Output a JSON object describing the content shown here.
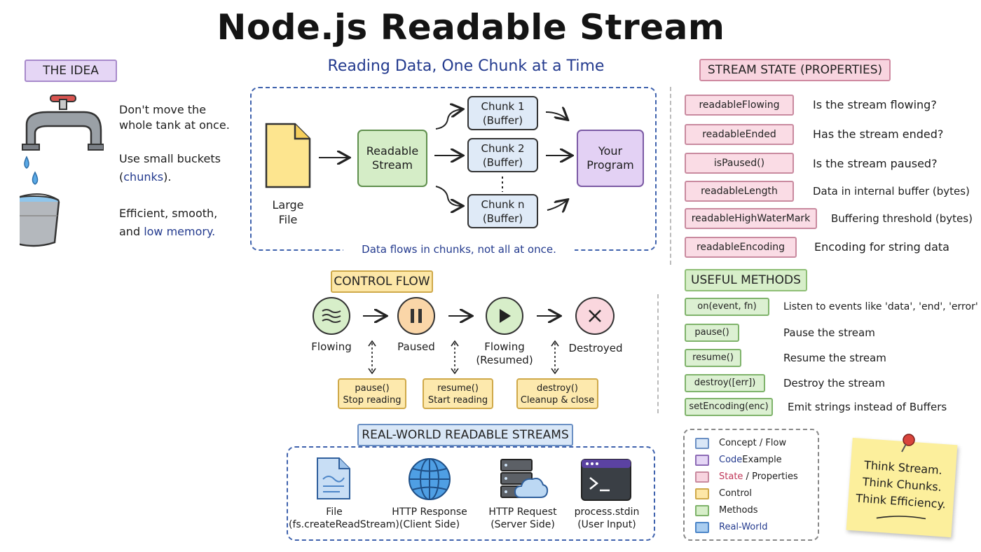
{
  "title": "Node.js Readable Stream",
  "subtitle": "Reading Data, One Chunk at a Time",
  "idea": {
    "tag": "THE IDEA",
    "line1a": "Don't move the",
    "line1b": "whole tank at once.",
    "line2a": "Use small buckets",
    "line2b_pre": "(",
    "line2b_link": "chunks",
    "line2b_post": ").",
    "line3a": "Efficient, smooth,",
    "line3b_pre": "and ",
    "line3b_link": "low memory."
  },
  "flow": {
    "file_label_1": "Large",
    "file_label_2": "File",
    "stream_1": "Readable",
    "stream_2": "Stream",
    "chunk1_a": "Chunk 1",
    "chunk1_b": "(Buffer)",
    "chunk2_a": "Chunk 2",
    "chunk2_b": "(Buffer)",
    "chunkn_a": "Chunk n",
    "chunkn_b": "(Buffer)",
    "program_1": "Your",
    "program_2": "Program",
    "caption": "Data flows in chunks, not all at once."
  },
  "state": {
    "tag": "STREAM STATE (PROPERTIES)",
    "items": [
      {
        "name": "readableFlowing",
        "desc": "Is the stream flowing?"
      },
      {
        "name": "readableEnded",
        "desc": "Has the stream ended?"
      },
      {
        "name": "isPaused()",
        "desc": "Is the stream paused?"
      },
      {
        "name": "readableLength",
        "desc": "Data in internal buffer (bytes)"
      },
      {
        "name": "readableHighWaterMark",
        "desc": "Buffering threshold (bytes)"
      },
      {
        "name": "readableEncoding",
        "desc": "Encoding for string data"
      }
    ]
  },
  "methods": {
    "tag": "USEFUL METHODS",
    "items": [
      {
        "name": "on(event, fn)",
        "desc": "Listen to events like 'data', 'end', 'error'"
      },
      {
        "name": "pause()",
        "desc": "Pause the stream"
      },
      {
        "name": "resume()",
        "desc": "Resume the stream"
      },
      {
        "name": "destroy([err])",
        "desc": "Destroy the stream"
      },
      {
        "name": "setEncoding(enc)",
        "desc": "Emit strings instead of Buffers"
      }
    ]
  },
  "control": {
    "tag": "CONTROL FLOW",
    "states": [
      {
        "label": "Flowing",
        "label2": ""
      },
      {
        "label": "Paused",
        "label2": ""
      },
      {
        "label": "Flowing",
        "label2": "(Resumed)"
      },
      {
        "label": "Destroyed",
        "label2": ""
      }
    ],
    "calls": [
      {
        "a": "pause()",
        "b": "Stop reading"
      },
      {
        "a": "resume()",
        "b": "Start reading"
      },
      {
        "a": "destroy()",
        "b": "Cleanup & close"
      }
    ]
  },
  "realworld": {
    "tag": "REAL-WORLD READABLE STREAMS",
    "items": [
      {
        "a": "File",
        "b": "(fs.createReadStream)"
      },
      {
        "a": "HTTP Response",
        "b": "(Client Side)"
      },
      {
        "a": "HTTP Request",
        "b": "(Server Side)"
      },
      {
        "a": "process.stdin",
        "b": "(User Input)"
      }
    ]
  },
  "legend": {
    "concept": "Concept / Flow",
    "code_a": "Code",
    "code_b": " Example",
    "state_a": "State",
    "state_sep": " / ",
    "state_b": "Properties",
    "control": "Control",
    "methods": "Methods",
    "realworld": "Real-World"
  },
  "sticky": {
    "line1": "Think Stream.",
    "line2": "Think Chunks.",
    "line3": "Think Efficiency."
  },
  "colors": {
    "accent_blue": "#233a8e",
    "concept": "#d9e7f7",
    "code": "#e5d6f5",
    "state": "#f8d4df",
    "control": "#fde7a7",
    "methods": "#d7eec9",
    "realworld": "#a9cdf0"
  }
}
